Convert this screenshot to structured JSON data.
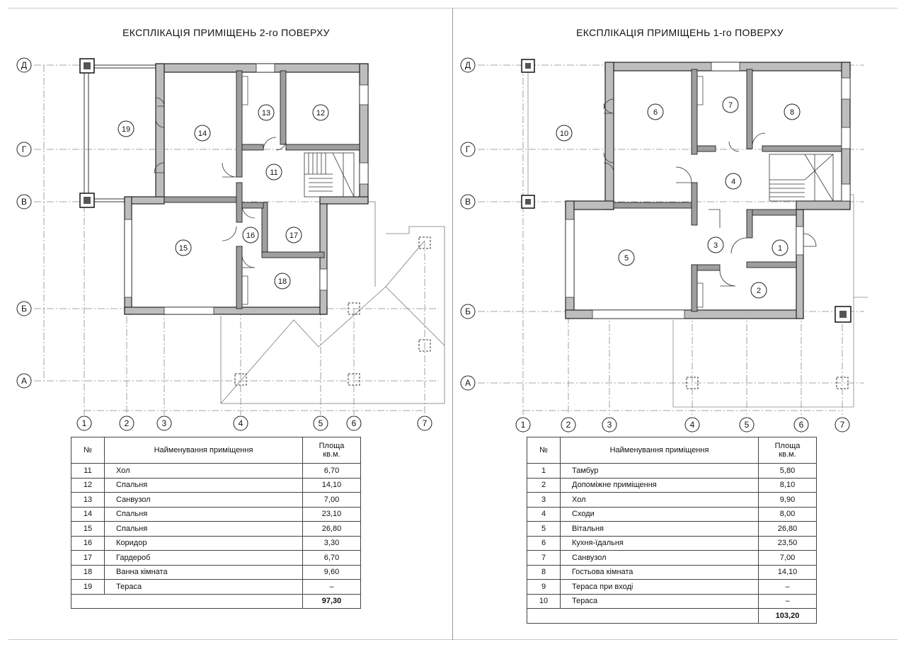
{
  "left": {
    "title": "ЕКСПЛІКАЦІЯ ПРИМІЩЕНЬ 2-го ПОВЕРХУ",
    "table_headers": {
      "num": "№",
      "name": "Найменування приміщення",
      "area_line1": "Площа",
      "area_line2": "кв.м."
    },
    "rows": [
      {
        "num": "11",
        "name": "Хол",
        "area": "6,70"
      },
      {
        "num": "12",
        "name": "Спальня",
        "area": "14,10"
      },
      {
        "num": "13",
        "name": "Санвузол",
        "area": "7,00"
      },
      {
        "num": "14",
        "name": "Спальня",
        "area": "23,10"
      },
      {
        "num": "15",
        "name": "Спальня",
        "area": "26,80"
      },
      {
        "num": "16",
        "name": "Коридор",
        "area": "3,30"
      },
      {
        "num": "17",
        "name": "Гардероб",
        "area": "6,70"
      },
      {
        "num": "18",
        "name": "Ванна кімната",
        "area": "9,60"
      },
      {
        "num": "19",
        "name": "Тераса",
        "area": "–"
      }
    ],
    "total": "97,30",
    "room_labels": [
      "19",
      "14",
      "13",
      "12",
      "11",
      "15",
      "16",
      "17",
      "18"
    ]
  },
  "right": {
    "title": "ЕКСПЛІКАЦІЯ ПРИМІЩЕНЬ 1-го ПОВЕРХУ",
    "table_headers": {
      "num": "№",
      "name": "Найменування приміщення",
      "area_line1": "Площа",
      "area_line2": "кв.м."
    },
    "rows": [
      {
        "num": "1",
        "name": "Тамбур",
        "area": "5,80"
      },
      {
        "num": "2",
        "name": "Допоміжне приміщення",
        "area": "8,10"
      },
      {
        "num": "3",
        "name": "Хол",
        "area": "9,90"
      },
      {
        "num": "4",
        "name": "Сходи",
        "area": "8,00"
      },
      {
        "num": "5",
        "name": "Вітальня",
        "area": "26,80"
      },
      {
        "num": "6",
        "name": "Кухня-їдальня",
        "area": "23,50"
      },
      {
        "num": "7",
        "name": "Санвузол",
        "area": "7,00"
      },
      {
        "num": "8",
        "name": "Гостьова кімната",
        "area": "14,10"
      },
      {
        "num": "9",
        "name": "Тераса при вході",
        "area": "–"
      },
      {
        "num": "10",
        "name": "Тераса",
        "area": "–"
      }
    ],
    "total": "103,20",
    "room_labels": [
      "10",
      "6",
      "7",
      "8",
      "4",
      "3",
      "1",
      "5",
      "2"
    ]
  },
  "axes": {
    "rows": [
      "Д",
      "Г",
      "В",
      "Б",
      "А"
    ],
    "cols": [
      "1",
      "2",
      "3",
      "4",
      "5",
      "6",
      "7"
    ]
  }
}
